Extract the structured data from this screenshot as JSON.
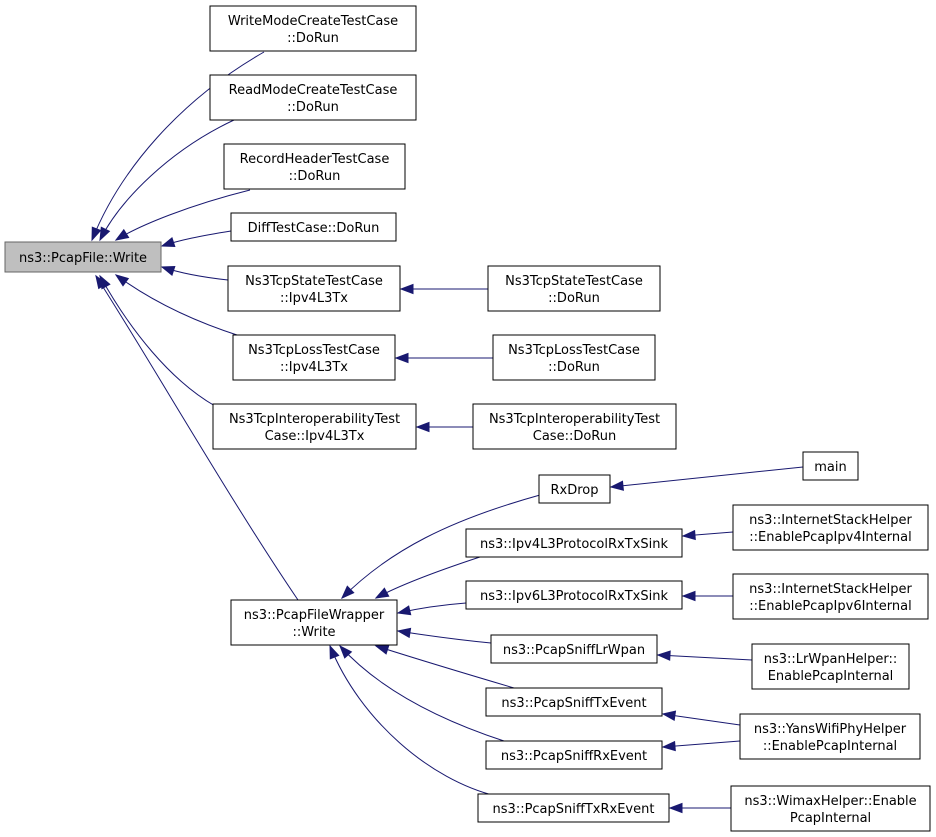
{
  "colors": {
    "edge": "#191970",
    "root_fill": "#bfbfbf",
    "node_border": "#000000"
  },
  "nodes": {
    "root": [
      "ns3::PcapFile::Write"
    ],
    "write_mode": [
      "WriteModeCreateTestCase",
      "::DoRun"
    ],
    "read_mode": [
      "ReadModeCreateTestCase",
      "::DoRun"
    ],
    "record_header": [
      "RecordHeaderTestCase",
      "::DoRun"
    ],
    "diff": [
      "DiffTestCase::DoRun"
    ],
    "tcp_state_ipv4": [
      "Ns3TcpStateTestCase",
      "::Ipv4L3Tx"
    ],
    "tcp_loss_ipv4": [
      "Ns3TcpLossTestCase",
      "::Ipv4L3Tx"
    ],
    "tcp_interop_ipv4": [
      "Ns3TcpInteroperabilityTest",
      "Case::Ipv4L3Tx"
    ],
    "tcp_state_dorun": [
      "Ns3TcpStateTestCase",
      "::DoRun"
    ],
    "tcp_loss_dorun": [
      "Ns3TcpLossTestCase",
      "::DoRun"
    ],
    "tcp_interop_dorun": [
      "Ns3TcpInteroperabilityTest",
      "Case::DoRun"
    ],
    "wrapper": [
      "ns3::PcapFileWrapper",
      "::Write"
    ],
    "rxdrop": [
      "RxDrop"
    ],
    "main": [
      "main"
    ],
    "ipv4_sink": [
      "ns3::Ipv4L3ProtocolRxTxSink"
    ],
    "ipv6_sink": [
      "ns3::Ipv6L3ProtocolRxTxSink"
    ],
    "lrwpan": [
      "ns3::PcapSniffLrWpan"
    ],
    "sniff_tx": [
      "ns3::PcapSniffTxEvent"
    ],
    "sniff_rx": [
      "ns3::PcapSniffRxEvent"
    ],
    "sniff_txrx": [
      "ns3::PcapSniffTxRxEvent"
    ],
    "ish_ipv4": [
      "ns3::InternetStackHelper",
      "::EnablePcapIpv4Internal"
    ],
    "ish_ipv6": [
      "ns3::InternetStackHelper",
      "::EnablePcapIpv6Internal"
    ],
    "lrwpan_helper": [
      "ns3::LrWpanHelper::",
      "EnablePcapInternal"
    ],
    "yans_helper": [
      "ns3::YansWifiPhyHelper",
      "::EnablePcapInternal"
    ],
    "wimax_helper": [
      "ns3::WimaxHelper::Enable",
      "PcapInternal"
    ]
  },
  "edges": [
    [
      "write_mode",
      "root"
    ],
    [
      "read_mode",
      "root"
    ],
    [
      "record_header",
      "root"
    ],
    [
      "diff",
      "root"
    ],
    [
      "tcp_state_ipv4",
      "root"
    ],
    [
      "tcp_loss_ipv4",
      "root"
    ],
    [
      "tcp_interop_ipv4",
      "root"
    ],
    [
      "wrapper",
      "root"
    ],
    [
      "tcp_state_dorun",
      "tcp_state_ipv4"
    ],
    [
      "tcp_loss_dorun",
      "tcp_loss_ipv4"
    ],
    [
      "tcp_interop_dorun",
      "tcp_interop_ipv4"
    ],
    [
      "rxdrop",
      "wrapper"
    ],
    [
      "ipv4_sink",
      "wrapper"
    ],
    [
      "ipv6_sink",
      "wrapper"
    ],
    [
      "lrwpan",
      "wrapper"
    ],
    [
      "sniff_tx",
      "wrapper"
    ],
    [
      "sniff_rx",
      "wrapper"
    ],
    [
      "sniff_txrx",
      "wrapper"
    ],
    [
      "main",
      "rxdrop"
    ],
    [
      "ish_ipv4",
      "ipv4_sink"
    ],
    [
      "ish_ipv6",
      "ipv6_sink"
    ],
    [
      "lrwpan_helper",
      "lrwpan"
    ],
    [
      "yans_helper",
      "sniff_tx"
    ],
    [
      "yans_helper",
      "sniff_rx"
    ],
    [
      "wimax_helper",
      "sniff_txrx"
    ]
  ]
}
